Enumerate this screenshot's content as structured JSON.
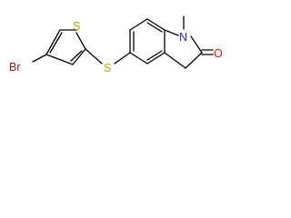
{
  "molecule": {
    "atoms": {
      "br": {
        "label": "Br",
        "color": "#8b1a1a"
      },
      "s_thiophene": {
        "label": "S",
        "color": "#b8a200"
      },
      "s_linker": {
        "label": "S",
        "color": "#b8a200"
      },
      "n": {
        "label": "N",
        "color": "#1f1fd6"
      },
      "o": {
        "label": "O",
        "color": "#e01010"
      }
    },
    "bond_color": "#000000"
  }
}
